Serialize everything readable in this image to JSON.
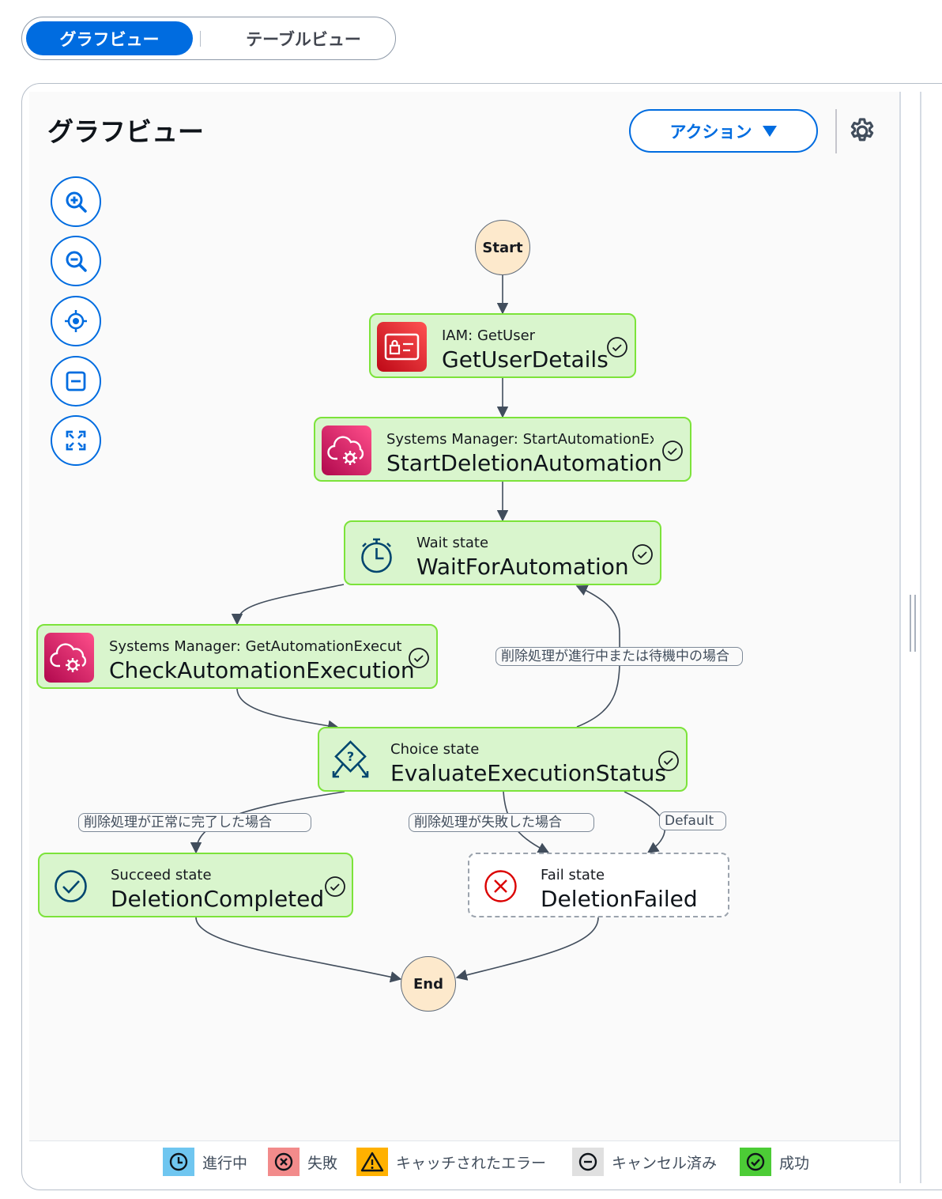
{
  "view_toggle": {
    "graph_label": "グラフビュー",
    "table_label": "テーブルビュー"
  },
  "panel": {
    "title": "グラフビュー",
    "actions_label": "アクション",
    "icons": {
      "settings": "gear-icon"
    }
  },
  "zoom_controls": [
    "zoom-in-icon",
    "zoom-out-icon",
    "center-icon",
    "collapse-icon",
    "fit-screen-icon"
  ],
  "graph": {
    "start_label": "Start",
    "end_label": "End",
    "states": [
      {
        "id": "get-user-details",
        "type": "IAM: GetUser",
        "name": "GetUserDetails",
        "icon": "iam-icon",
        "status": "success"
      },
      {
        "id": "start-deletion-automation",
        "type": "Systems Manager: StartAutomationExecution",
        "name": "StartDeletionAutomation",
        "icon": "systems-manager-icon",
        "status": "success"
      },
      {
        "id": "wait-for-automation",
        "type": "Wait state",
        "name": "WaitForAutomation",
        "icon": "stopwatch-icon",
        "status": "success"
      },
      {
        "id": "check-automation-execution",
        "type": "Systems Manager: GetAutomationExecution",
        "name": "CheckAutomationExecution",
        "icon": "systems-manager-icon",
        "status": "success"
      },
      {
        "id": "evaluate-execution-status",
        "type": "Choice state",
        "name": "EvaluateExecutionStatus",
        "icon": "choice-icon",
        "status": "success"
      },
      {
        "id": "deletion-completed",
        "type": "Succeed state",
        "name": "DeletionCompleted",
        "icon": "succeed-icon",
        "status": "success"
      },
      {
        "id": "deletion-failed",
        "type": "Fail state",
        "name": "DeletionFailed",
        "icon": "fail-icon",
        "status": "not-run"
      }
    ],
    "edge_labels": {
      "in_progress": "削除処理が進行中または待機中の場合",
      "succeeded": "削除処理が正常に完了した場合",
      "failed": "削除処理が失敗した場合",
      "default": "Default"
    }
  },
  "legend": [
    {
      "label": "進行中",
      "icon": "clock-icon",
      "color": "#6fc6f0"
    },
    {
      "label": "失敗",
      "icon": "x-circle-icon",
      "color": "#f28b8b"
    },
    {
      "label": "キャッチされたエラー",
      "icon": "warning-icon",
      "color": "#ffb100"
    },
    {
      "label": "キャンセル済み",
      "icon": "minus-circle-icon",
      "color": "#e0e0e0"
    },
    {
      "label": "成功",
      "icon": "check-circle-icon",
      "color": "#4ccc36"
    }
  ],
  "colors": {
    "accent": "#006ce0",
    "success_fill": "#d9f5cd",
    "success_border": "#7ce33a"
  }
}
